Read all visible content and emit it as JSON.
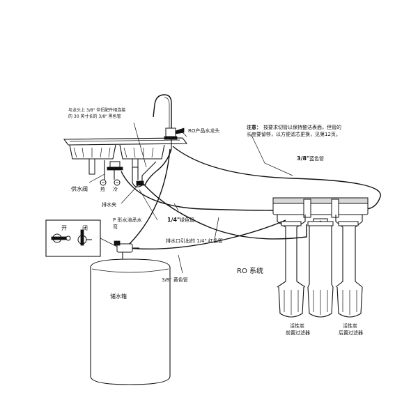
{
  "labels": {
    "faucet_fitting_note": "与龙头上 3/8\" 伴侣配件相连接\n的 30 英寸长的 3/8\" 黑色管",
    "ro_faucet": "RO产品水龙头",
    "notice_title": "注意：",
    "notice_body": "按要求切管以保持整洁表面，但管的\n长度要留够，以方便滤芯更换，见第12页。",
    "tube_38_blue_num": "3/8\"",
    "tube_38_blue": "蓝色管",
    "supply_valve": "供水阀",
    "hot": "热",
    "cold": "冷",
    "drain_clamp": "排水夹",
    "p_trap": "P 形水池承水\n弯",
    "tube_14_green_num": "1/4\"",
    "tube_14_green": "绿色管",
    "open": "开",
    "closed": "闭",
    "drain_outlet_red": "排水口引出的 1/4\" 红色管",
    "ro_system": "RO 系统",
    "tube_38_yellow": "3/8\" 黄色管",
    "storage_tank": "储水箱",
    "pre_filter": "活性炭\n前置过滤器",
    "post_filter": "活性炭\n后置过滤器"
  },
  "colors": {
    "line": "#111111",
    "background": "#ffffff"
  }
}
